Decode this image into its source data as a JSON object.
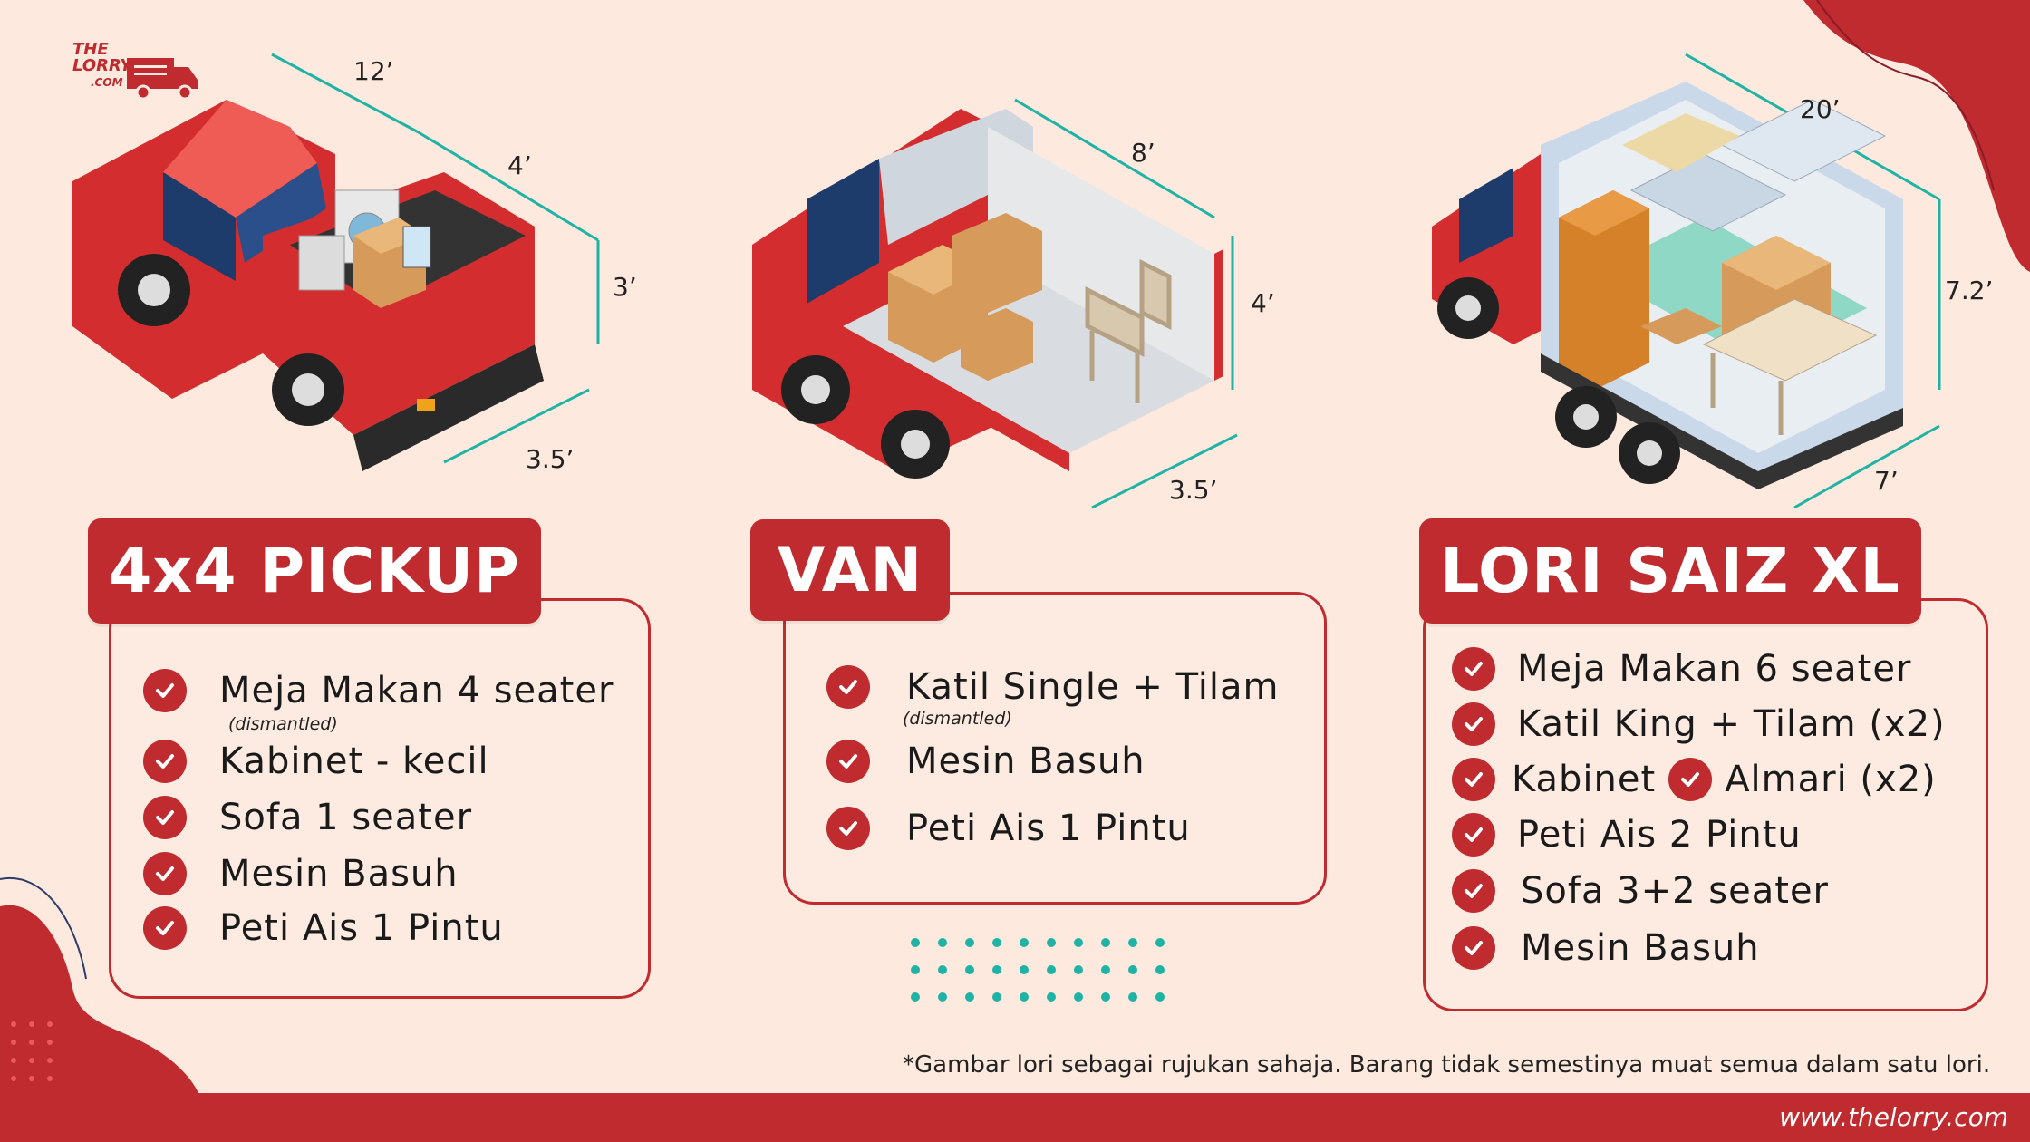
{
  "logo": {
    "line1": "THE",
    "line2": "LORRY",
    "line3": ".COM"
  },
  "vehicles": [
    {
      "title": "4x4 PICKUP",
      "dims": {
        "length": "12’",
        "width": "4’",
        "height": "3’",
        "depth": "3.5’"
      },
      "items": [
        "Meja Makan 4 seater",
        "Kabinet - kecil",
        "Sofa 1 seater",
        "Mesin Basuh",
        "Peti Ais 1 Pintu"
      ],
      "note": "(dismantled)"
    },
    {
      "title": "VAN",
      "dims": {
        "length": "8’",
        "height": "4’",
        "depth": "3.5’"
      },
      "items": [
        "Katil Single + Tilam",
        "Mesin Basuh",
        "Peti Ais 1 Pintu"
      ],
      "note": "(dismantled)"
    },
    {
      "title": "LORI SAIZ XL",
      "dims": {
        "length": "20’",
        "height": "7.2’",
        "depth": "7’"
      },
      "items": [
        "Meja Makan 6 seater",
        "Katil King + Tilam (x2)",
        "Kabinet",
        "Almari (x2)",
        "Peti Ais 2 Pintu",
        "Sofa 3+2 seater",
        "Mesin Basuh"
      ]
    }
  ],
  "disclaimer": "*Gambar lori sebagai rujukan sahaja. Barang tidak semestinya muat semua dalam satu lori.",
  "footer_url": "www.thelorry.com",
  "colors": {
    "brand_red": "#bf2b2f",
    "background": "#fde9dd",
    "teal": "#1fb3a6"
  },
  "icons": [
    "check-icon",
    "pickup-truck-illustration",
    "van-illustration",
    "lorry-illustration",
    "logo-truck-icon"
  ]
}
